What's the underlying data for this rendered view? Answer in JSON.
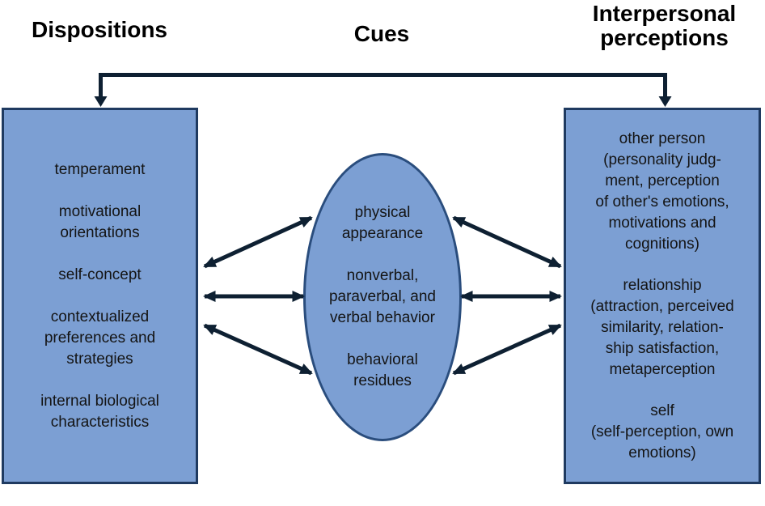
{
  "headers": {
    "left": "Dispositions",
    "center": "Cues",
    "right": "Interpersonal\nperceptions"
  },
  "left_box": {
    "items": [
      "temperament",
      "motivational\norientations",
      "self-concept",
      "contextualized\npreferences and\nstrategies",
      "internal biological\ncharacteristics"
    ]
  },
  "cues_ellipse": {
    "items": [
      "physical\nappearance",
      "nonverbal,\nparaverbal, and\nverbal behavior",
      "behavioral\nresidues"
    ]
  },
  "right_box": {
    "items": [
      "other person\n(personality judg-\nment, perception\nof other's emotions,\nmotivations and\ncognitions)",
      "relationship\n(attraction, perceived\nsimilarity, relation-\nship satisfaction,\nmetaperception",
      "self\n(self-perception, own\nemotions)"
    ]
  },
  "colors": {
    "shape_fill": "#7c9fd3",
    "shape_border": "#1f3a60",
    "ellipse_border": "#2a4d7d",
    "arrow": "#0e2032",
    "text": "#141414",
    "heading": "#000000"
  }
}
